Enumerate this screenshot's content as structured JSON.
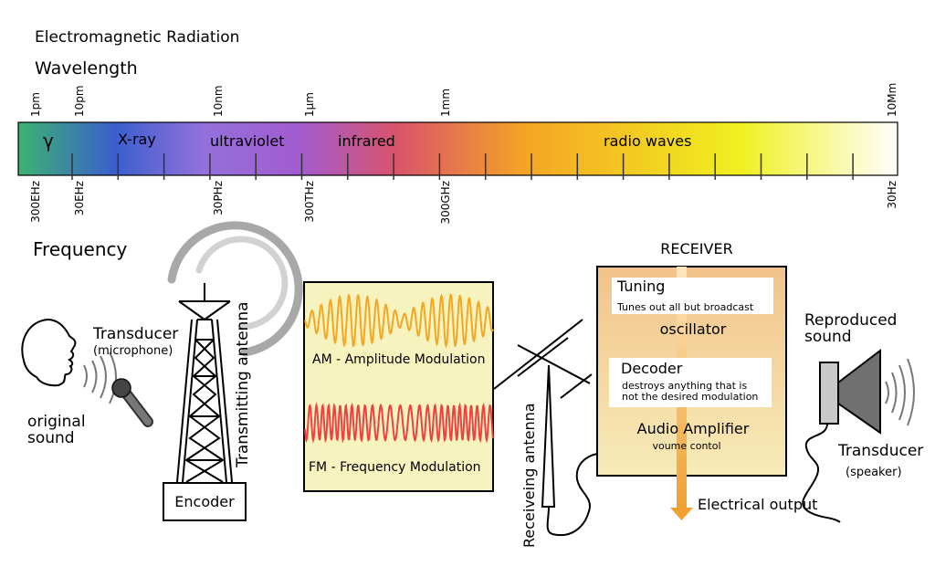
{
  "header": {
    "title": "Electromagnetic Radiation",
    "wavelength_label": "Wavelength",
    "frequency_label": "Frequency"
  },
  "spectrum": {
    "bands": [
      "γ",
      "X-ray",
      "ultraviolet",
      "infrared",
      "radio waves"
    ],
    "wavelength_ticks": [
      "1pm",
      "10pm",
      "10nm",
      "1µm",
      "1mm",
      "10Mm"
    ],
    "frequency_ticks": [
      "300EHz",
      "30EHz",
      "30PHz",
      "300THz",
      "300GHz",
      "30Hz"
    ],
    "colors": [
      "#3cb371",
      "#3a5fcd",
      "#9370db",
      "#a35bd0",
      "#d9536b",
      "#f5a623",
      "#f0f020",
      "#ffffff"
    ]
  },
  "source": {
    "original_sound": [
      "original",
      "sound"
    ],
    "transducer": "Transducer",
    "transducer_sub": "(microphone)",
    "encoder": "Encoder",
    "antenna": "Transmitting antenna"
  },
  "modulation": {
    "am_label": "AM - Amplitude Modulation",
    "fm_label": "FM - Frequency Modulation",
    "box_color": "#f7f3bf",
    "am_color": "#f5a623",
    "fm_color": "#f04040"
  },
  "receiver": {
    "title": "RECEIVER",
    "antenna": "Receiveing antenna",
    "tuning": "Tuning",
    "tuning_desc": "Tunes out all but broadcast",
    "oscillator": "oscillator",
    "decoder": "Decoder",
    "decoder_desc": [
      "destroys anything that is",
      "not the desired modulation"
    ],
    "amplifier": "Audio Amplifier",
    "amplifier_desc": "voume contol",
    "output": "Electrical output"
  },
  "output": {
    "reproduced": [
      "Reproduced",
      "sound"
    ],
    "transducer": "Transducer",
    "transducer_sub": "(speaker)"
  }
}
